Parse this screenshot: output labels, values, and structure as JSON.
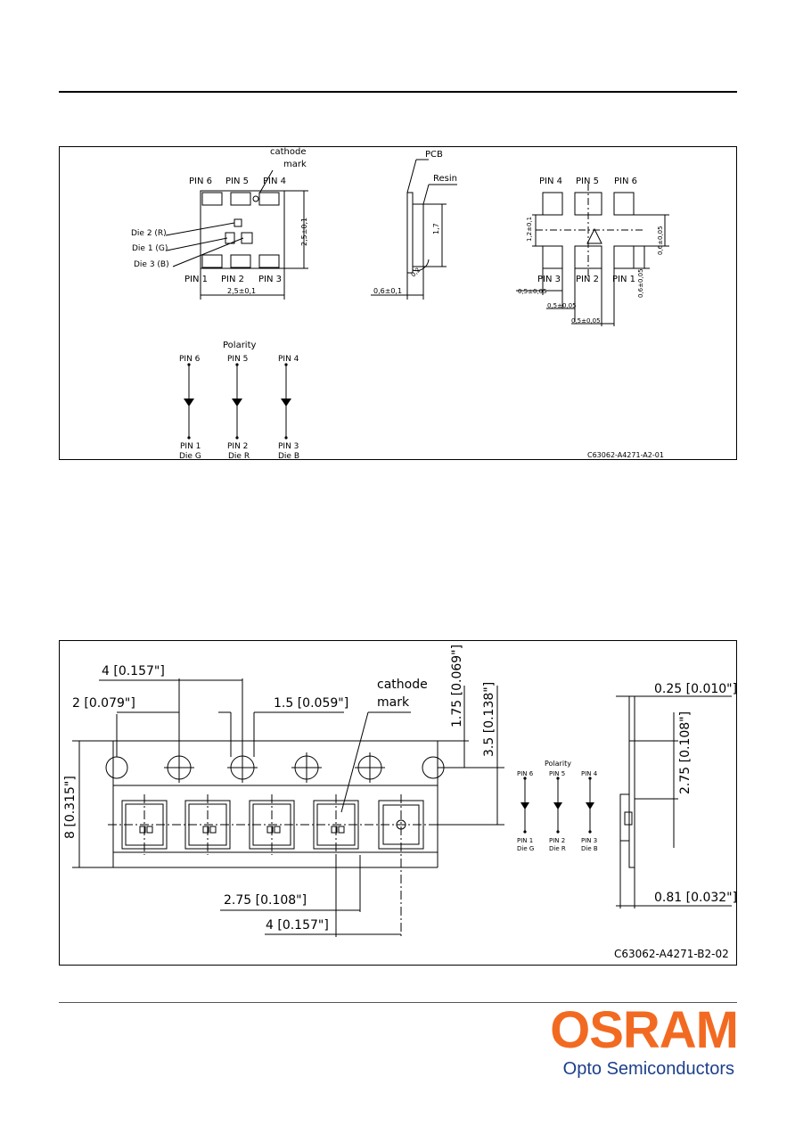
{
  "drawing1": {
    "front": {
      "pins_top": [
        "PIN 6",
        "PIN 5",
        "PIN 4"
      ],
      "pins_bottom": [
        "PIN 1",
        "PIN 2",
        "PIN 3"
      ],
      "cathode": [
        "cathode",
        "mark"
      ],
      "dies": [
        "Die 2 (R)",
        "Die 1 (G)",
        "Die 3 (B)"
      ],
      "dim_width": "2,5±0,1",
      "dim_height": "2,5±0,1"
    },
    "side": {
      "pcb": "PCB",
      "resin": "Resin",
      "dim_height": "1,7",
      "dim_thickness": "0,6±0,1",
      "dim_corner": "0,2"
    },
    "back": {
      "pins_top": [
        "PIN 4",
        "PIN 5",
        "PIN 6"
      ],
      "pins_bottom": [
        "PIN 3",
        "PIN 2",
        "PIN 1"
      ],
      "dim_pad_height": "1,2±0,1",
      "dim_right1": "0,6±0,05",
      "dim_right2": "0,6±0,05",
      "dim_bottom1": "0,5±0,05",
      "dim_bottom2": "0,5±0,05",
      "dim_bottom3": "0,5±0,05"
    },
    "polarity": {
      "title": "Polarity",
      "top": [
        "PIN 6",
        "PIN 5",
        "PIN 4"
      ],
      "bottom": [
        "PIN 1",
        "PIN 2",
        "PIN 3"
      ],
      "dies": [
        "Die G",
        "Die R",
        "Die B"
      ]
    },
    "code": "C63062-A4271-A2-01"
  },
  "drawing2": {
    "dim_pitch_hole": "4 [0.157\"]",
    "dim_hole_offset": "2 [0.079\"]",
    "dim_hole_dia": "1.5 [0.059\"]",
    "cathode": [
      "cathode",
      "mark"
    ],
    "dim_edge": "1.75 [0.069\"]",
    "dim_center": "3.5 [0.138\"]",
    "dim_width": "8 [0.315\"]",
    "dim_pocket": "2.75 [0.108\"]",
    "dim_pitch": "4 [0.157\"]",
    "polarity": {
      "title": "Polarity",
      "top": [
        "PIN 6",
        "PIN 5",
        "PIN 4"
      ],
      "bottom": [
        "PIN 1",
        "PIN 2",
        "PIN 3"
      ],
      "dies": [
        "Die G",
        "Die R",
        "Die B"
      ]
    },
    "side_thick": "0.25 [0.010\"]",
    "side_depth": "2.75 [0.108\"]",
    "side_bottom": "0.81 [0.032\"]",
    "code": "C63062-A4271-B2-02"
  },
  "logo": {
    "word": "OSRAM",
    "sub": "Opto Semiconductors",
    "color": "#f26a21",
    "sub_color": "#1d3f8a"
  }
}
